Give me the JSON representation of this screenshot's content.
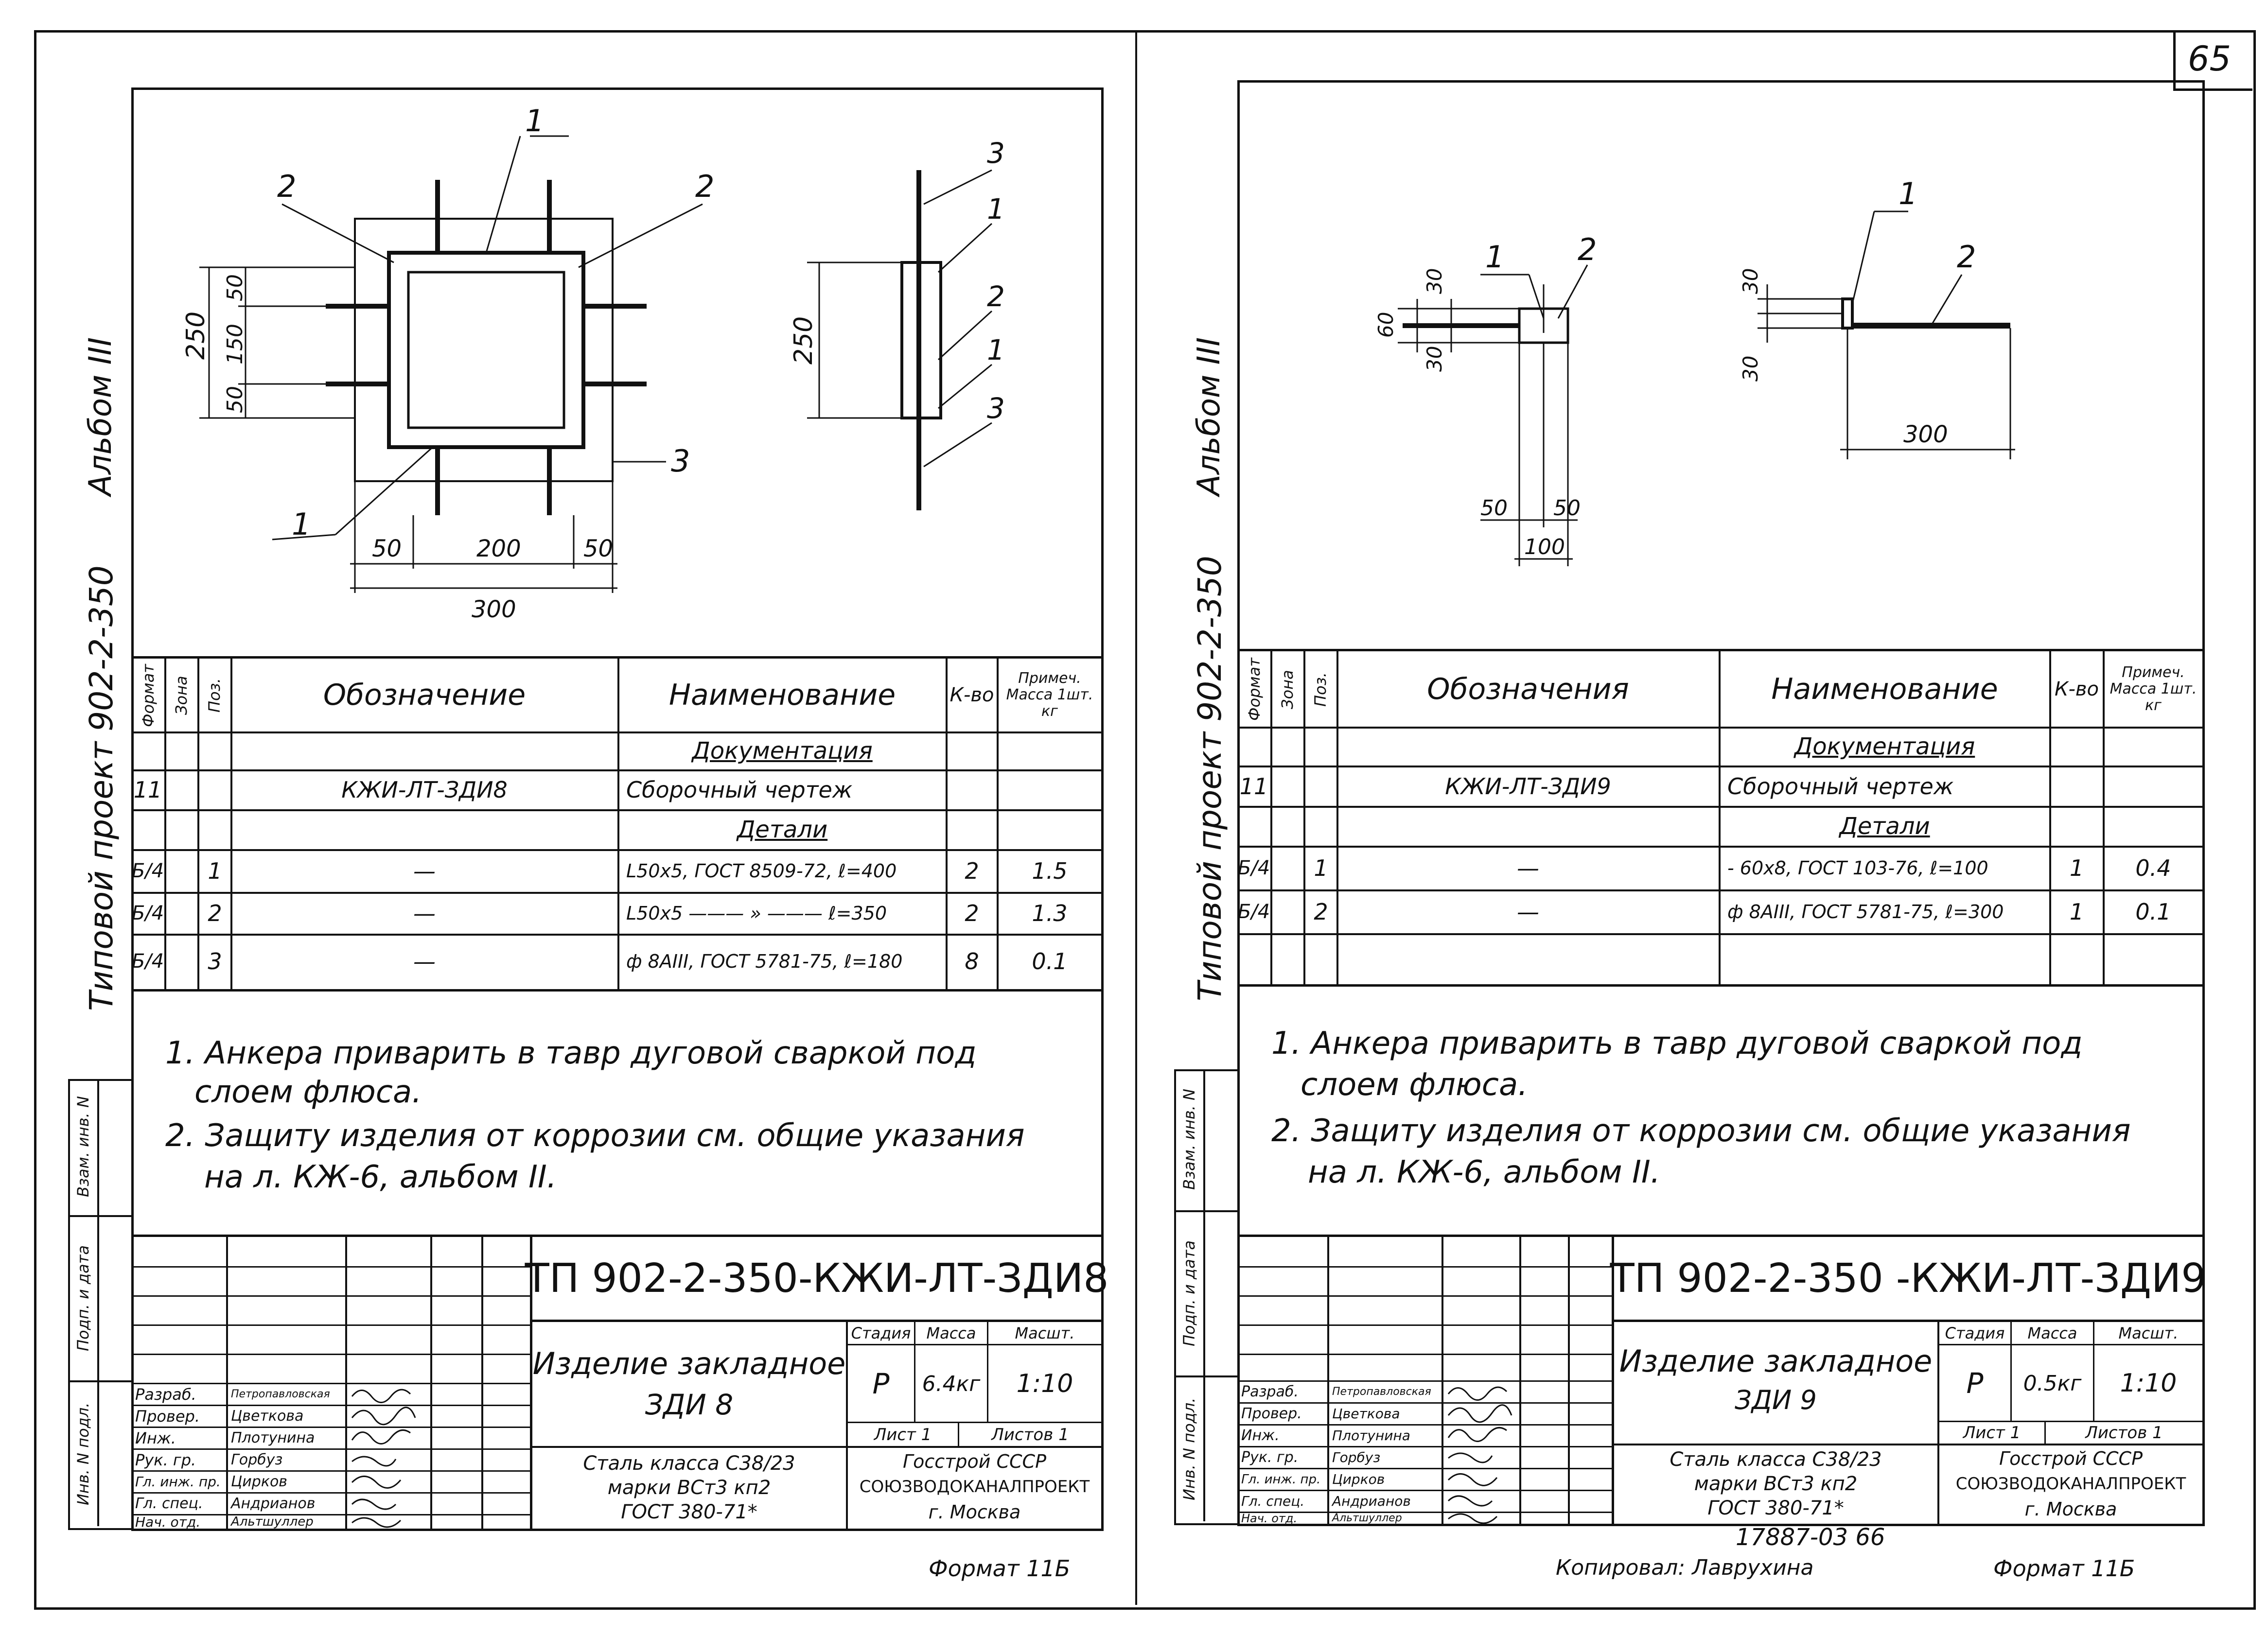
{
  "page_number": "65",
  "left_sheet": {
    "album": "Альбом III",
    "project": "Типовой проект 902-2-350",
    "callouts": [
      "1",
      "2",
      "2",
      "3",
      "1",
      "3",
      "1",
      "2",
      "1",
      "3"
    ],
    "dims": {
      "d250": "250",
      "d50a": "50",
      "d150": "150",
      "d50b": "50",
      "d50c": "50",
      "d200": "200",
      "d50d": "50",
      "d300": "300",
      "side250": "250"
    },
    "spec_headers": {
      "format": "Формат",
      "zone": "Зона",
      "pos": "Поз.",
      "designation": "Обозначение",
      "name": "Наименование",
      "qty": "К-во",
      "note": "Примеч. Масса 1шт. кг"
    },
    "spec_rows": [
      {
        "format": "",
        "pos": "",
        "designation": "",
        "name": "Документация",
        "qty": "",
        "note": ""
      },
      {
        "format": "11",
        "pos": "",
        "designation": "КЖИ-ЛТ-ЗДИ8",
        "name": "Сборочный чертеж",
        "qty": "",
        "note": ""
      },
      {
        "format": "",
        "pos": "",
        "designation": "",
        "name": "Детали",
        "qty": "",
        "note": ""
      },
      {
        "format": "Б/4",
        "pos": "1",
        "designation": "—",
        "name": "L50x5, ГОСТ 8509-72, ℓ=400",
        "qty": "2",
        "note": "1.5"
      },
      {
        "format": "Б/4",
        "pos": "2",
        "designation": "—",
        "name": "L50x5 ——— » ——— ℓ=350",
        "qty": "2",
        "note": "1.3"
      },
      {
        "format": "Б/4",
        "pos": "3",
        "designation": "—",
        "name": "ф 8АIII, ГОСТ 5781-75, ℓ=180",
        "qty": "8",
        "note": "0.1"
      }
    ],
    "notes": [
      "1. Анкера приварить в тавр дуговой сваркой под",
      "слоем флюса.",
      "2. Защиту изделия от коррозии см. общие указания",
      "на л. КЖ-6, альбом II."
    ],
    "side_labels": [
      "Взам. инв. N",
      "Подп. и дата",
      "Инв. N подл."
    ],
    "title_code": "ТП 902-2-350-КЖИ-ЛТ-ЗДИ8",
    "item_name": "Изделие закладное",
    "item_code": "ЗДИ 8",
    "stage_label": "Стадия",
    "mass_label": "Масса",
    "scale_label": "Масшт.",
    "stage": "Р",
    "mass": "6.4кг",
    "scale": "1:10",
    "sheet": "Лист 1",
    "sheets": "Листов 1",
    "org": [
      "Госстрой СССР",
      "СОЮЗВОДОКАНАЛПРОЕКТ",
      "г. Москва"
    ],
    "steel": [
      "Сталь класса С38/23",
      "марки ВСт3 кп2",
      "ГОСТ 380-71*"
    ],
    "roles": [
      "Разраб.",
      "Провер.",
      "Инж.",
      "Рук. гр.",
      "Гл. инж. пр.",
      "Гл. спец.",
      "Нач. отд."
    ],
    "names": [
      "Петропавловская",
      "Цветкова",
      "Плотунина",
      "Горбуз",
      "Цирков",
      "Андрианов",
      "Альтшуллер"
    ],
    "format": "Формат 11Б"
  },
  "right_sheet": {
    "album": "Альбом III",
    "project": "Типовой проект 902-2-350",
    "callouts": [
      "1",
      "2",
      "1",
      "2"
    ],
    "dims": {
      "d60": "60",
      "d30a": "30",
      "d30b": "30",
      "d50a": "50",
      "d50b": "50",
      "d100": "100",
      "d30c": "30",
      "d30d": "30",
      "d300": "300"
    },
    "spec_headers": {
      "format": "Формат",
      "zone": "Зона",
      "pos": "Поз.",
      "designation": "Обозначения",
      "name": "Наименование",
      "qty": "К-во",
      "note": "Примеч. Масса 1шт. кг"
    },
    "spec_rows": [
      {
        "format": "",
        "pos": "",
        "designation": "",
        "name": "Документация",
        "qty": "",
        "note": ""
      },
      {
        "format": "11",
        "pos": "",
        "designation": "КЖИ-ЛТ-ЗДИ9",
        "name": "Сборочный чертеж",
        "qty": "",
        "note": ""
      },
      {
        "format": "",
        "pos": "",
        "designation": "",
        "name": "Детали",
        "qty": "",
        "note": ""
      },
      {
        "format": "Б/4",
        "pos": "1",
        "designation": "—",
        "name": "- 60x8, ГОСТ 103-76, ℓ=100",
        "qty": "1",
        "note": "0.4"
      },
      {
        "format": "Б/4",
        "pos": "2",
        "designation": "—",
        "name": "ф 8АIII, ГОСТ 5781-75, ℓ=300",
        "qty": "1",
        "note": "0.1"
      },
      {
        "format": "",
        "pos": "",
        "designation": "",
        "name": "",
        "qty": "",
        "note": ""
      }
    ],
    "notes": [
      "1. Анкера приварить в тавр дуговой сваркой под",
      "слоем флюса.",
      "2. Защиту изделия от коррозии см. общие указания",
      "на л. КЖ-6, альбом II."
    ],
    "side_labels": [
      "Взам. инв. N",
      "Подп. и дата",
      "Инв. N подл."
    ],
    "title_code": "ТП 902-2-350 -КЖИ-ЛТ-ЗДИ9",
    "item_name": "Изделие закладное",
    "item_code": "ЗДИ 9",
    "stage_label": "Стадия",
    "mass_label": "Масса",
    "scale_label": "Масшт.",
    "stage": "Р",
    "mass": "0.5кг",
    "scale": "1:10",
    "sheet": "Лист 1",
    "sheets": "Листов 1",
    "org": [
      "Госстрой СССР",
      "СОЮЗВОДОКАНАЛПРОЕКТ",
      "г. Москва"
    ],
    "steel": [
      "Сталь класса С38/23",
      "марки ВСт3 кп2",
      "ГОСТ 380-71*"
    ],
    "roles": [
      "Разраб.",
      "Провер.",
      "Инж.",
      "Рук. гр.",
      "Гл. инж. пр.",
      "Гл. спец.",
      "Нач. отд."
    ],
    "names": [
      "Петропавловская",
      "Цветкова",
      "Плотунина",
      "Горбуз",
      "Цирков",
      "Андрианов",
      "Альтшуллер"
    ],
    "inventory": "17887-03 66",
    "copied": "Копировал: Лаврухина",
    "format": "Формат 11Б"
  }
}
